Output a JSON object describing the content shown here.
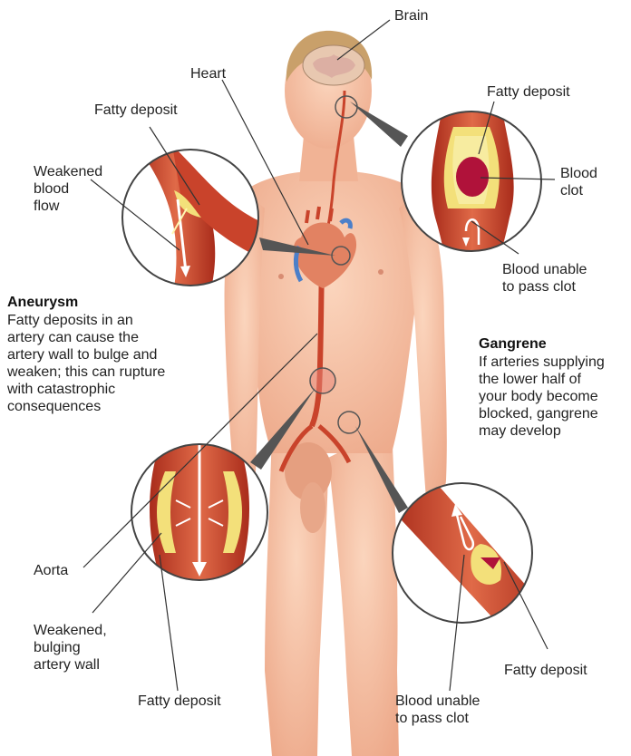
{
  "labels": {
    "brain": "Brain",
    "heart": "Heart",
    "fatty_deposit_top_left": "Fatty deposit",
    "weakened_blood_flow": "Weakened\nblood\nflow",
    "fatty_deposit_top_right": "Fatty deposit",
    "blood_clot": "Blood\nclot",
    "blood_unable_top": "Blood unable\nto pass clot",
    "aorta": "Aorta",
    "weakened_bulging_wall": "Weakened,\nbulging\nartery wall",
    "fatty_deposit_bottom_left": "Fatty deposit",
    "blood_unable_bottom": "Blood unable\nto pass clot",
    "fatty_deposit_bottom_right": "Fatty deposit"
  },
  "aneurysm": {
    "title": "Aneurysm",
    "text": "Fatty deposits in an\nartery can cause the\nartery wall to bulge and\nweaken; this can rupture\nwith catastrophic\nconsequences"
  },
  "gangrene": {
    "title": "Gangrene",
    "text": "If arteries supplying\nthe lower half of\nyour body become\nblocked, gangrene\nmay develop"
  },
  "colors": {
    "skin": "#f6c2a6",
    "artery": "#c9432b",
    "fat": "#f3e07a",
    "clot": "#b0123a"
  }
}
